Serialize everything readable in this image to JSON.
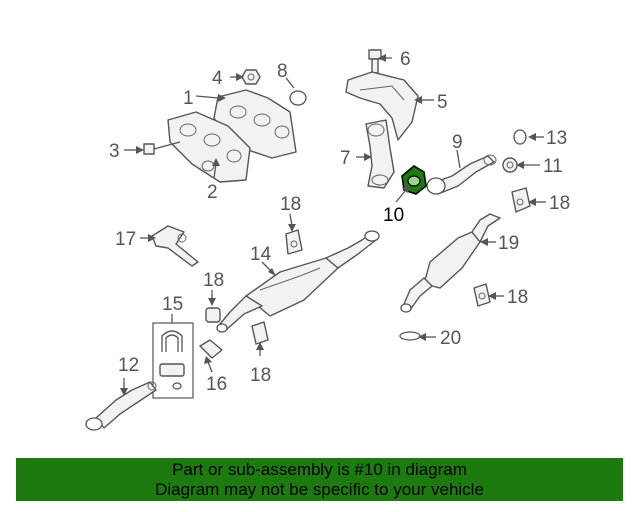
{
  "callouts": {
    "c1": "1",
    "c2": "2",
    "c3": "3",
    "c4": "4",
    "c5": "5",
    "c6": "6",
    "c7": "7",
    "c8": "8",
    "c9": "9",
    "c10": "10",
    "c11": "11",
    "c12": "12",
    "c13": "13",
    "c14": "14",
    "c15": "15",
    "c16": "16",
    "c17": "17",
    "c18a": "18",
    "c18b": "18",
    "c18c": "18",
    "c18d": "18",
    "c18e": "18",
    "c19": "19",
    "c20": "20"
  },
  "highlight_part": "10",
  "highlight_color": "#1d7a0e",
  "banner": {
    "line1": "Part or sub-assembly is #10 in diagram",
    "line2": "Diagram may not be specific to your vehicle",
    "background": "#1d7a0e"
  }
}
